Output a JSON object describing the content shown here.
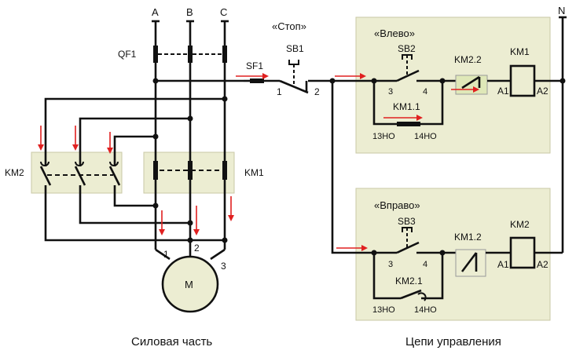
{
  "phases": [
    "A",
    "B",
    "C"
  ],
  "neutral": "N",
  "breaker": "QF1",
  "control_fuse": "SF1",
  "stop": {
    "caption": "«Стоп»",
    "button": "SB1",
    "pin_in": "1",
    "pin_out": "2"
  },
  "left_rung": {
    "title": "«Влево»",
    "button": "SB2",
    "button_pin_in": "3",
    "button_pin_out": "4",
    "hold_contact": "KM1.1",
    "hold_pin_in": "13НО",
    "hold_pin_out": "14НО",
    "interlock": "KM2.2",
    "coil": "KM1",
    "coil_a1": "A1",
    "coil_a2": "A2"
  },
  "right_rung": {
    "title": "«Вправо»",
    "button": "SB3",
    "button_pin_in": "3",
    "button_pin_out": "4",
    "hold_contact": "KM2.1",
    "hold_pin_in": "13НО",
    "hold_pin_out": "14НО",
    "interlock": "KM1.2",
    "coil": "KM2",
    "coil_a1": "A1",
    "coil_a2": "A2"
  },
  "power": {
    "contactor_left": "KM2",
    "contactor_right": "KM1",
    "motor": "M",
    "motor_terminals": [
      "1",
      "2",
      "3"
    ]
  },
  "captions": {
    "power": "Силовая часть",
    "control": "Цепи управления"
  },
  "colors": {
    "panel_fill": "#ecedd2",
    "panel_stroke": "#c9c8a6",
    "wire": "#111111",
    "flow_arrow": "#e02020",
    "motor_fill": "#ecedd2",
    "interlock_fill": "#dfe8b8"
  }
}
